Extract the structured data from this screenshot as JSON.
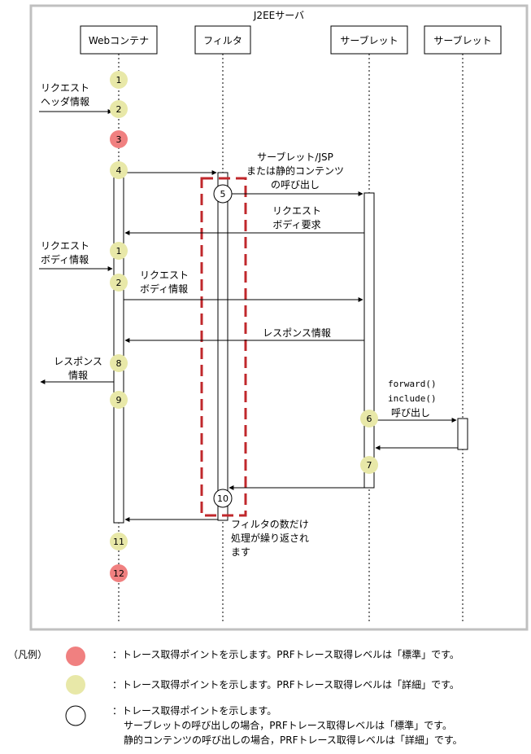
{
  "diagram": {
    "title": "J2EEサーバ",
    "lifelines": [
      "Webコンテナ",
      "フィルタ",
      "サーブレット",
      "サーブレット"
    ],
    "messages": {
      "request_header_info": [
        "リクエスト",
        "ヘッダ情報"
      ],
      "servlet_jsp_call": [
        "サーブレット/JSP",
        "または静的コンテンツ",
        "の呼び出し"
      ],
      "request_body_request": [
        "リクエスト",
        "ボディ要求"
      ],
      "request_body_info_in": [
        "リクエスト",
        "ボディ情報"
      ],
      "request_body_info_fwd": [
        "リクエスト",
        "ボディ情報"
      ],
      "response_info_back": "レスポンス情報",
      "response_info_out": [
        "レスポンス",
        "情報"
      ],
      "forward_include": [
        "forward()",
        "include()",
        "呼び出し"
      ],
      "filter_note": [
        "フィルタの数だけ",
        "処理が繰り返され",
        "ます"
      ]
    },
    "points": [
      {
        "label": "1",
        "kind": "detail"
      },
      {
        "label": "2",
        "kind": "detail"
      },
      {
        "label": "3",
        "kind": "standard"
      },
      {
        "label": "4",
        "kind": "detail"
      },
      {
        "label": "5",
        "kind": "mixed"
      },
      {
        "label": "1",
        "kind": "detail"
      },
      {
        "label": "2",
        "kind": "detail"
      },
      {
        "label": "8",
        "kind": "detail"
      },
      {
        "label": "9",
        "kind": "detail"
      },
      {
        "label": "6",
        "kind": "detail"
      },
      {
        "label": "7",
        "kind": "detail"
      },
      {
        "label": "10",
        "kind": "mixed"
      },
      {
        "label": "11",
        "kind": "detail"
      },
      {
        "label": "12",
        "kind": "standard"
      }
    ]
  },
  "legend": {
    "heading": "（凡例）",
    "standard": "：トレース取得ポイントを示します。PRFトレース取得レベルは「標準」です。",
    "detail": "：トレース取得ポイントを示します。PRFトレース取得レベルは「詳細」です。",
    "mixed_1": "：トレース取得ポイントを示します。",
    "mixed_2": "サーブレットの呼び出しの場合，PRFトレース取得レベルは「標準」です。",
    "mixed_3": "静的コンテンツの呼び出しの場合，PRFトレース取得レベルは「詳細」です。"
  },
  "colors": {
    "standard": "#f08080",
    "detail": "#e8e8a8",
    "mixed": "#ffffff",
    "frame": "#c0c0c0",
    "filter_box": "#c0282c"
  }
}
